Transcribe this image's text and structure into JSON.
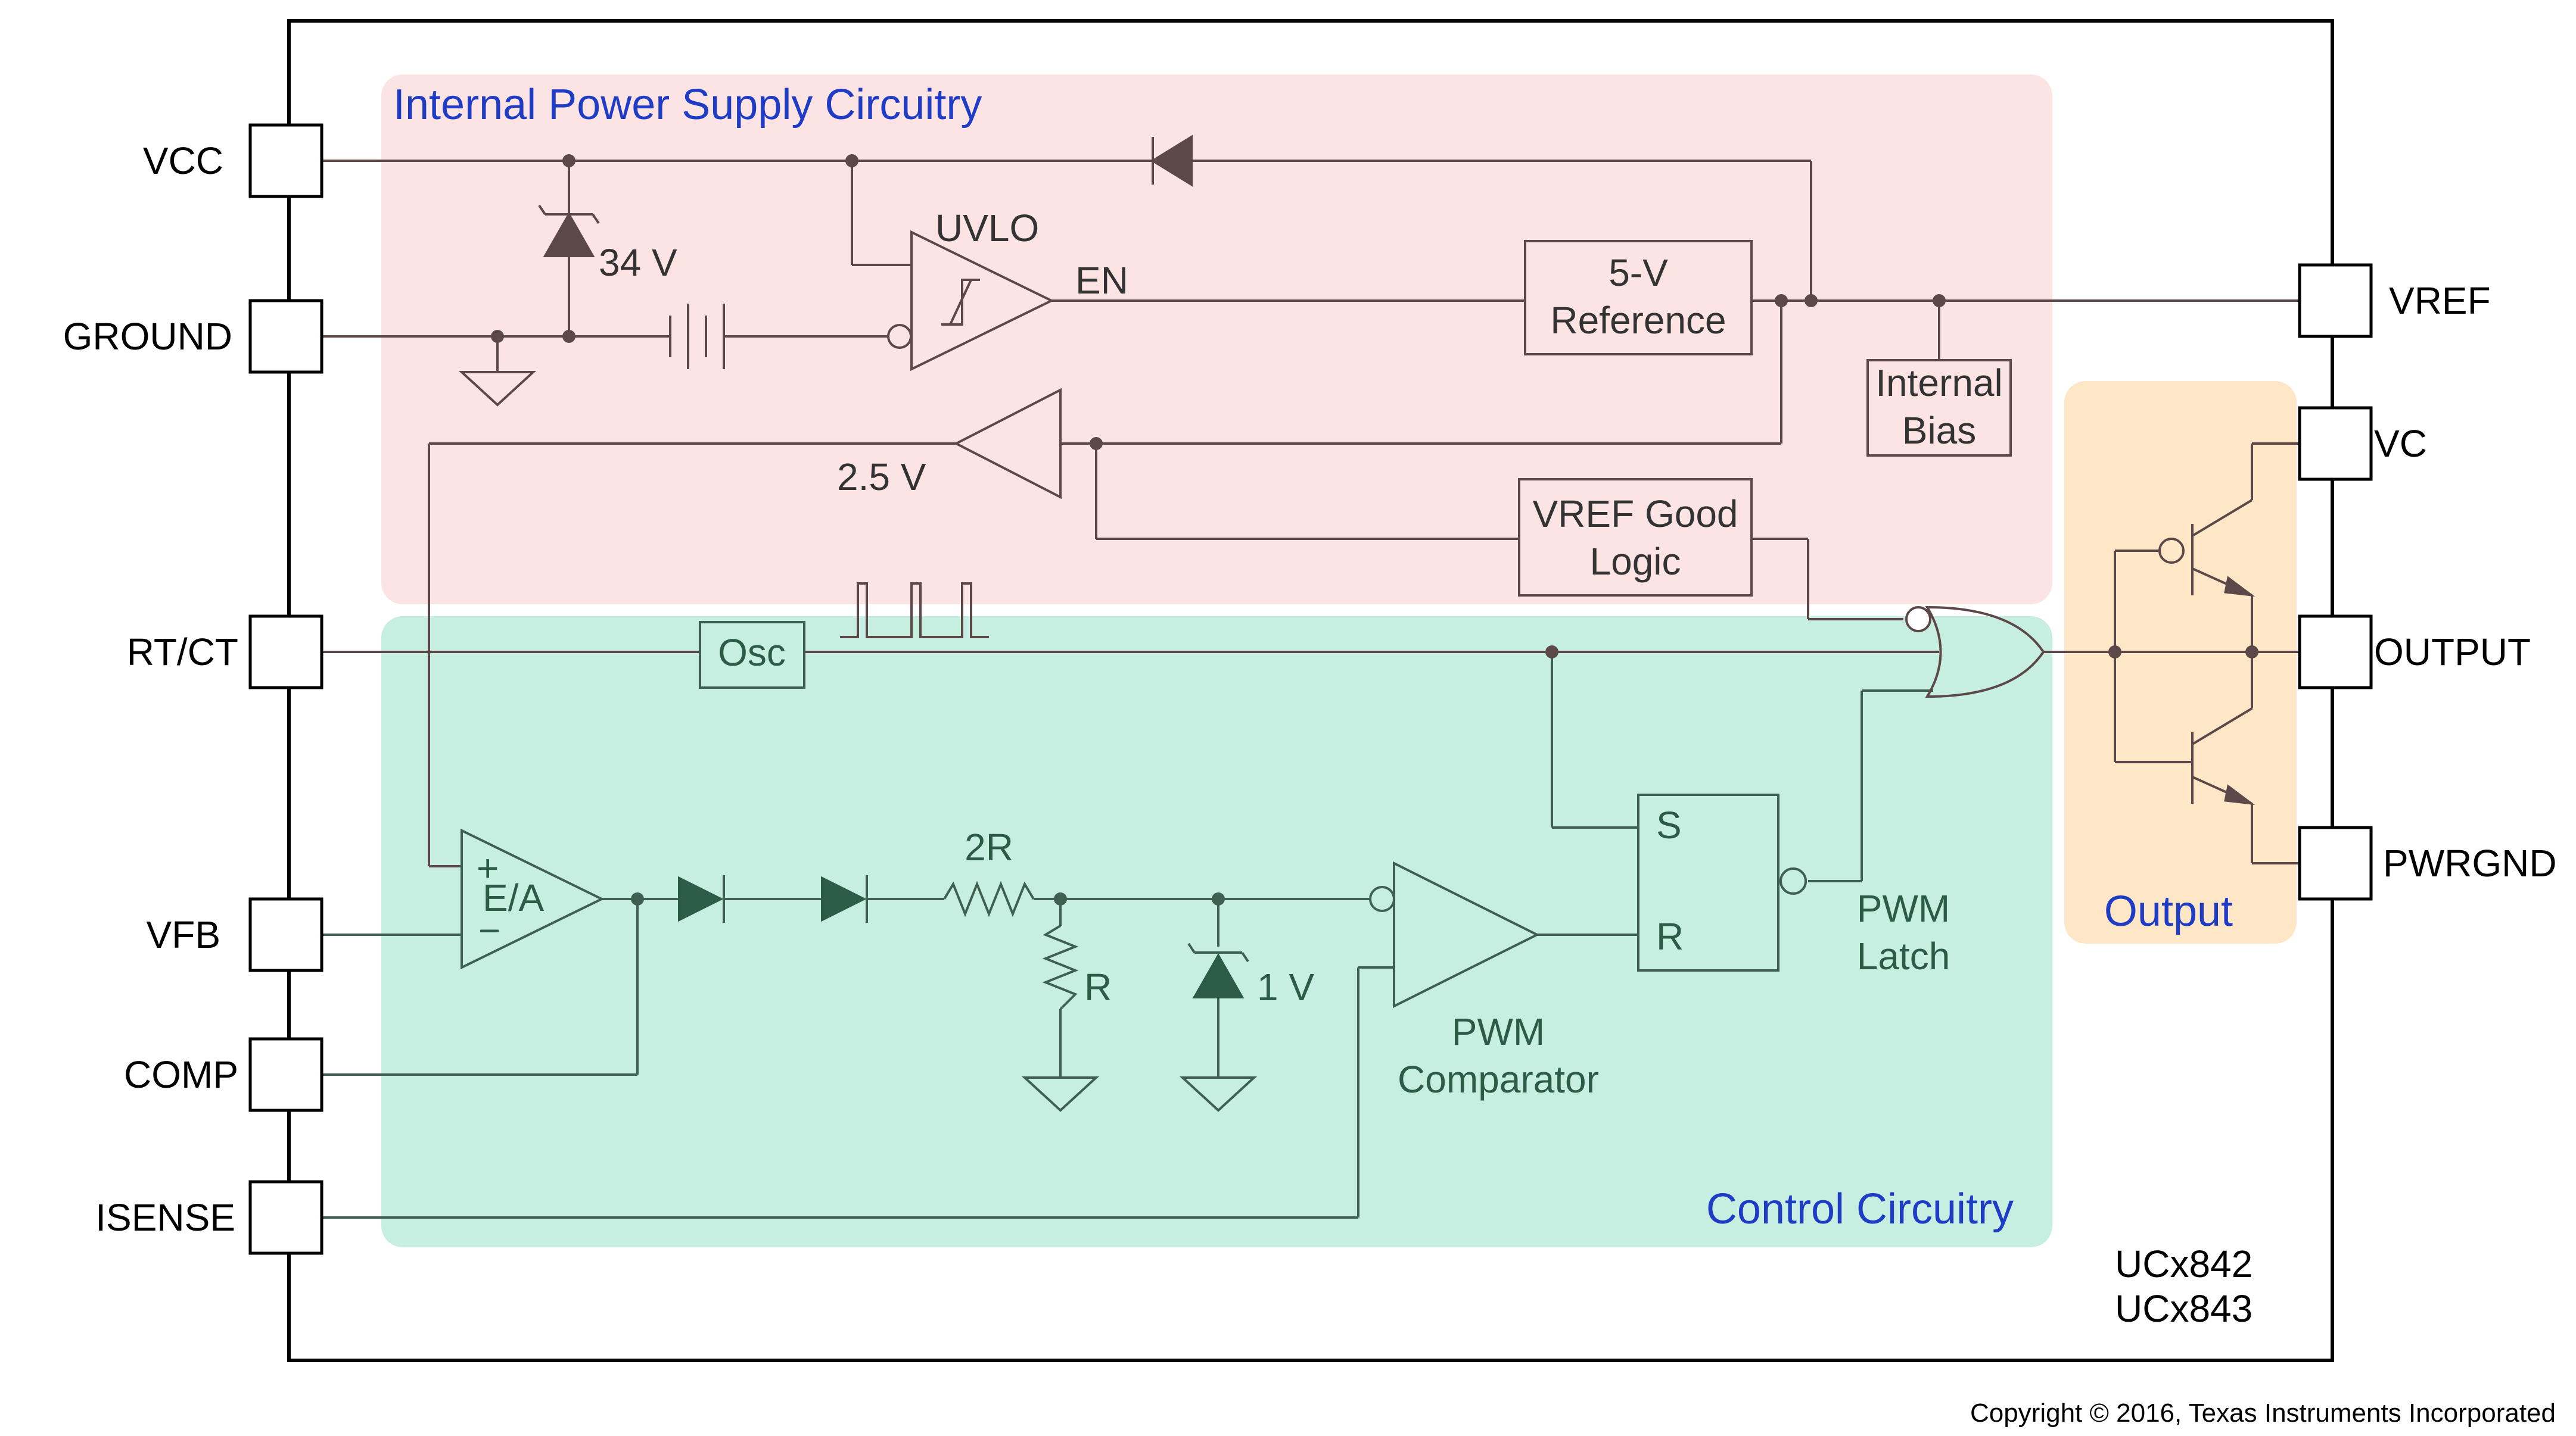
{
  "pins_left": {
    "vcc": "VCC",
    "ground": "GROUND",
    "rtct": "RT/CT",
    "vfb": "VFB",
    "comp": "COMP",
    "isense": "ISENSE"
  },
  "pins_right": {
    "vref": "VREF",
    "vc": "VC",
    "output": "OUTPUT",
    "pwrgnd": "PWRGND"
  },
  "regions": {
    "power": "Internal Power Supply Circuitry",
    "control": "Control Circuitry",
    "output": "Output"
  },
  "blocks": {
    "zener_voltage": "34 V",
    "uvlo": "UVLO",
    "en": "EN",
    "ref_line1": "5-V",
    "ref_line2": "Reference",
    "bias_line1": "Internal",
    "bias_line2": "Bias",
    "buffer_voltage": "2.5 V",
    "vref_good_line1": "VREF Good",
    "vref_good_line2": "Logic",
    "osc": "Osc",
    "ea": "E/A",
    "ea_plus": "+",
    "ea_minus": "−",
    "res_2r": "2R",
    "res_r": "R",
    "clamp_voltage": "1 V",
    "comparator_line1": "PWM",
    "comparator_line2": "Comparator",
    "latch_s": "S",
    "latch_r": "R",
    "latch_line1": "PWM",
    "latch_line2": "Latch"
  },
  "part_numbers": [
    "UCx842",
    "UCx843"
  ],
  "copyright": "Copyright © 2016, Texas Instruments Incorporated",
  "colors": {
    "power_region": "#fde4e4",
    "control_region": "#c6efe1",
    "output_region": "#fde7c6",
    "region_title": "#1f3cc6",
    "wire": "#5c4848",
    "control_wire": "#3f5f52"
  }
}
